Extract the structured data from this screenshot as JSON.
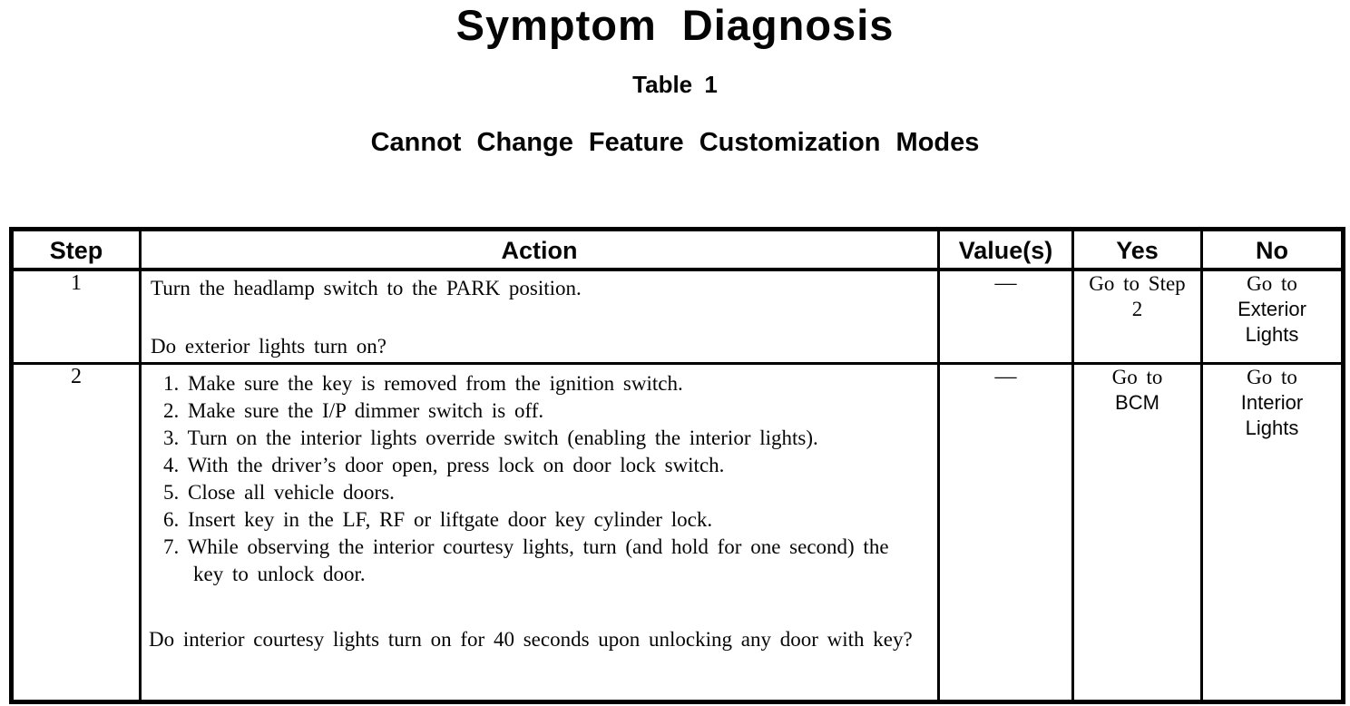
{
  "page": {
    "title": "Symptom Diagnosis",
    "table_label": "Table 1",
    "subtitle": "Cannot Change Feature Customization Modes"
  },
  "table": {
    "headers": [
      "Step",
      "Action",
      "Value(s)",
      "Yes",
      "No"
    ],
    "rows": [
      {
        "step": "1",
        "action": "Turn the headlamp switch to the PARK position.",
        "question": "Do exterior lights turn on?",
        "values": "—",
        "yes_lines": [
          "Go to Step",
          "2"
        ],
        "no_lines": [
          "Go to",
          "Exterior",
          "Lights"
        ]
      },
      {
        "step": "2",
        "action_items": [
          "1. Make sure the key is removed from the ignition switch.",
          "2. Make sure the I/P dimmer switch is off.",
          "3. Turn on the interior lights override switch (enabling the interior lights).",
          "4. With the driver’s door open, press lock on door lock switch.",
          "5. Close all vehicle doors.",
          "6. Insert key in the LF, RF or liftgate door key cylinder lock.",
          "7. While observing the interior courtesy lights, turn (and hold for one second) the key to unlock door."
        ],
        "question": "Do interior courtesy lights turn on for 40 seconds upon unlocking any door with key?",
        "values": "—",
        "yes_lines": [
          "Go to",
          "BCM"
        ],
        "no_lines": [
          "Go to",
          "Interior",
          "Lights"
        ]
      }
    ]
  }
}
